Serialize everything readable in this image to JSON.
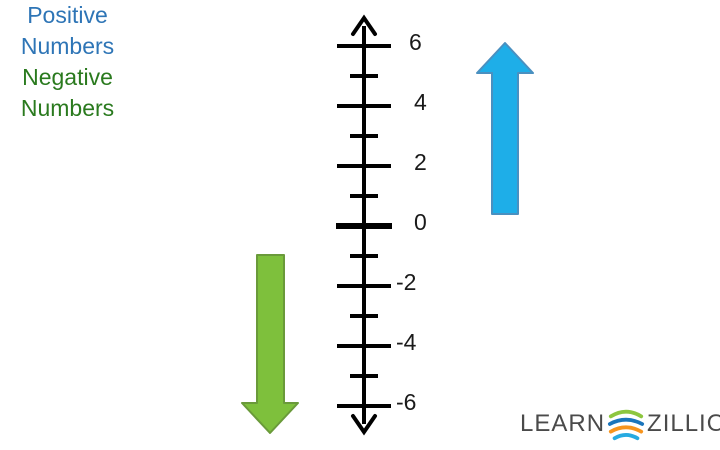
{
  "number_line": {
    "labels": [
      {
        "text": "6",
        "value": 6
      },
      {
        "text": "4",
        "value": 4
      },
      {
        "text": "2",
        "value": 2
      },
      {
        "text": "0",
        "value": 0
      },
      {
        "text": "-2",
        "value": -2
      },
      {
        "text": "-4",
        "value": -4
      },
      {
        "text": "-6",
        "value": -6
      }
    ],
    "minor_tick_values": [
      5,
      3,
      1,
      -1,
      -3,
      -5
    ],
    "color": "#000000"
  },
  "positive": {
    "label_line1": "Positive",
    "label_line2": "Numbers",
    "arrow_color": "#1eaee8",
    "text_color": "#2e75b6",
    "direction": "up"
  },
  "negative": {
    "label_line1": "Negative",
    "label_line2": "Numbers",
    "arrow_color": "#7ec03c",
    "text_color": "#2a7a1e",
    "direction": "down"
  },
  "logo": {
    "left_text": "LEARN",
    "right_text": "ZILLION",
    "mark_colors": [
      "#8dc63f",
      "#1b75bc",
      "#f7941d",
      "#27aae1"
    ]
  }
}
